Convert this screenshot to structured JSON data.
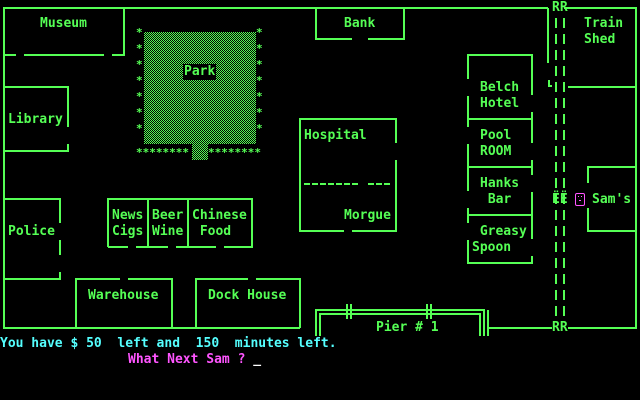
{
  "game": {
    "title": "Sam Spade style city map",
    "colors": {
      "map": "#55ff55",
      "status": "#55ffff",
      "prompt": "#ff55ff",
      "player": "#ff55ff",
      "background": "#000000"
    }
  },
  "locations": {
    "museum": "Museum",
    "bank": "Bank",
    "park": "Park",
    "train_shed": "Train\nShed",
    "library": "Library",
    "belch_hotel": "Belch\nHotel",
    "hospital": "Hospital",
    "morgue": "Morgue",
    "pool_room": "Pool\nROOM",
    "hanks_bar": "Hanks\n Bar",
    "police": "Police",
    "news_cigs": "News\nCigs",
    "beer_wine": "Beer\nWine",
    "chinese_food": "Chinese\n Food",
    "greasy_spoon": " Greasy\nSpoon",
    "sams": "Sam's",
    "warehouse": "Warehouse",
    "dock_house": "Dock House",
    "pier": "Pier # 1",
    "railroad_top": "RR",
    "railroad_bottom": "RR",
    "railroad_station": "ËË"
  },
  "hedges": {
    "row": "********",
    "col": "*"
  },
  "status": {
    "money_prefix": "You have $ ",
    "money": "50",
    "mid": "  left and  ",
    "minutes": "150",
    "suffix": "  minutes left."
  },
  "prompt": {
    "text": "What Next Sam ? ",
    "cursor": "_"
  },
  "player": {
    "icon": "face-icon",
    "location": "railroad"
  }
}
